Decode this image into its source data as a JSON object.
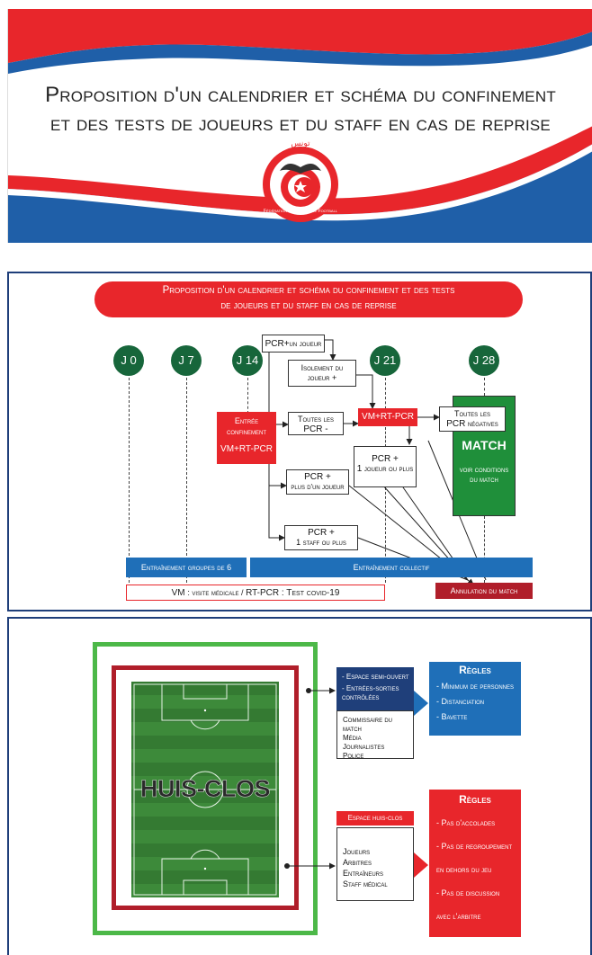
{
  "header": {
    "title_line1": "Proposition d'un calendrier et schéma du confinement",
    "title_line2": "et des tests de joueurs et du staff en cas de reprise",
    "logo_arabic": "تونس",
    "logo_text": "Fédération Tunisienne de Football"
  },
  "schema": {
    "banner_line1": "Proposition d'un calendrier et schéma du confinement et des tests",
    "banner_line2": "de joueurs et du staff en cas de reprise",
    "days": [
      "J 0",
      "J 7",
      "J 14",
      "J 21",
      "J 28"
    ],
    "entree": {
      "line1": "Entrée",
      "line2": "confinement",
      "line3": "VM+RT-PCR"
    },
    "pcr_un_joueur": {
      "a": "PCR+",
      "b": "un joueur"
    },
    "isolement": {
      "line1": "Isolement du",
      "line2": "joueur +"
    },
    "toutes_pcr_moins": {
      "line1": "Toutes les",
      "line2": "PCR -"
    },
    "vm_rt_pcr": "VM+RT-PCR",
    "toutes_pcr_negatives": {
      "line1": "Toutes les",
      "a": "PCR",
      "b": "négatives"
    },
    "match": {
      "title": "MATCH",
      "line1": "voir conditions",
      "line2": "du match"
    },
    "pcr_plus_un_joueur_ou_plus": {
      "line1": "PCR +",
      "a": "1",
      "b": "joueur ou plus"
    },
    "pcr_plus_dun_joueur": {
      "line1": "PCR +",
      "line2": "plus d'un joueur"
    },
    "pcr_staff": {
      "line1": "PCR +",
      "a": "1",
      "b": "staff ou plus"
    },
    "entrainement_groupes": "Entraînement groupes de 6",
    "entrainement_collectif": "Entraînement collectif",
    "legend": {
      "a": "VM",
      "b": ": visite médicale / ",
      "c": "RT-PCR",
      "d": ": Test covid-19"
    },
    "annulation": "Annulation du match"
  },
  "stadium": {
    "huis_clos": "HUIS-CLOS",
    "semi_ouvert": [
      "- Espace semi-ouvert",
      "- Entrées-sorties contrôlées"
    ],
    "semi_ouvert_people": [
      "Commissaire du match",
      "Média",
      "Journalistes",
      "Police"
    ],
    "regles_title_1": "Règles",
    "regles_1": [
      "- Minimum de personnes",
      "- Distanciation",
      "- Bavette"
    ],
    "espace_huis_clos": "Espace huis-clos",
    "huis_clos_people": [
      "Joueurs",
      "Arbitres",
      "Entraîneurs",
      "Staff médical"
    ],
    "regles_title_2": "Règles",
    "regles_2": [
      "- Pas d'accolades",
      "- Pas de regroupement",
      "en dehors du jeu",
      "- Pas de discussion",
      "avec l'arbitre"
    ]
  },
  "colors": {
    "red": "#e8262b",
    "blue": "#1f6fb8",
    "navy": "#1f3f7a",
    "green": "#17663b",
    "pitch": "#3d8a3a"
  }
}
